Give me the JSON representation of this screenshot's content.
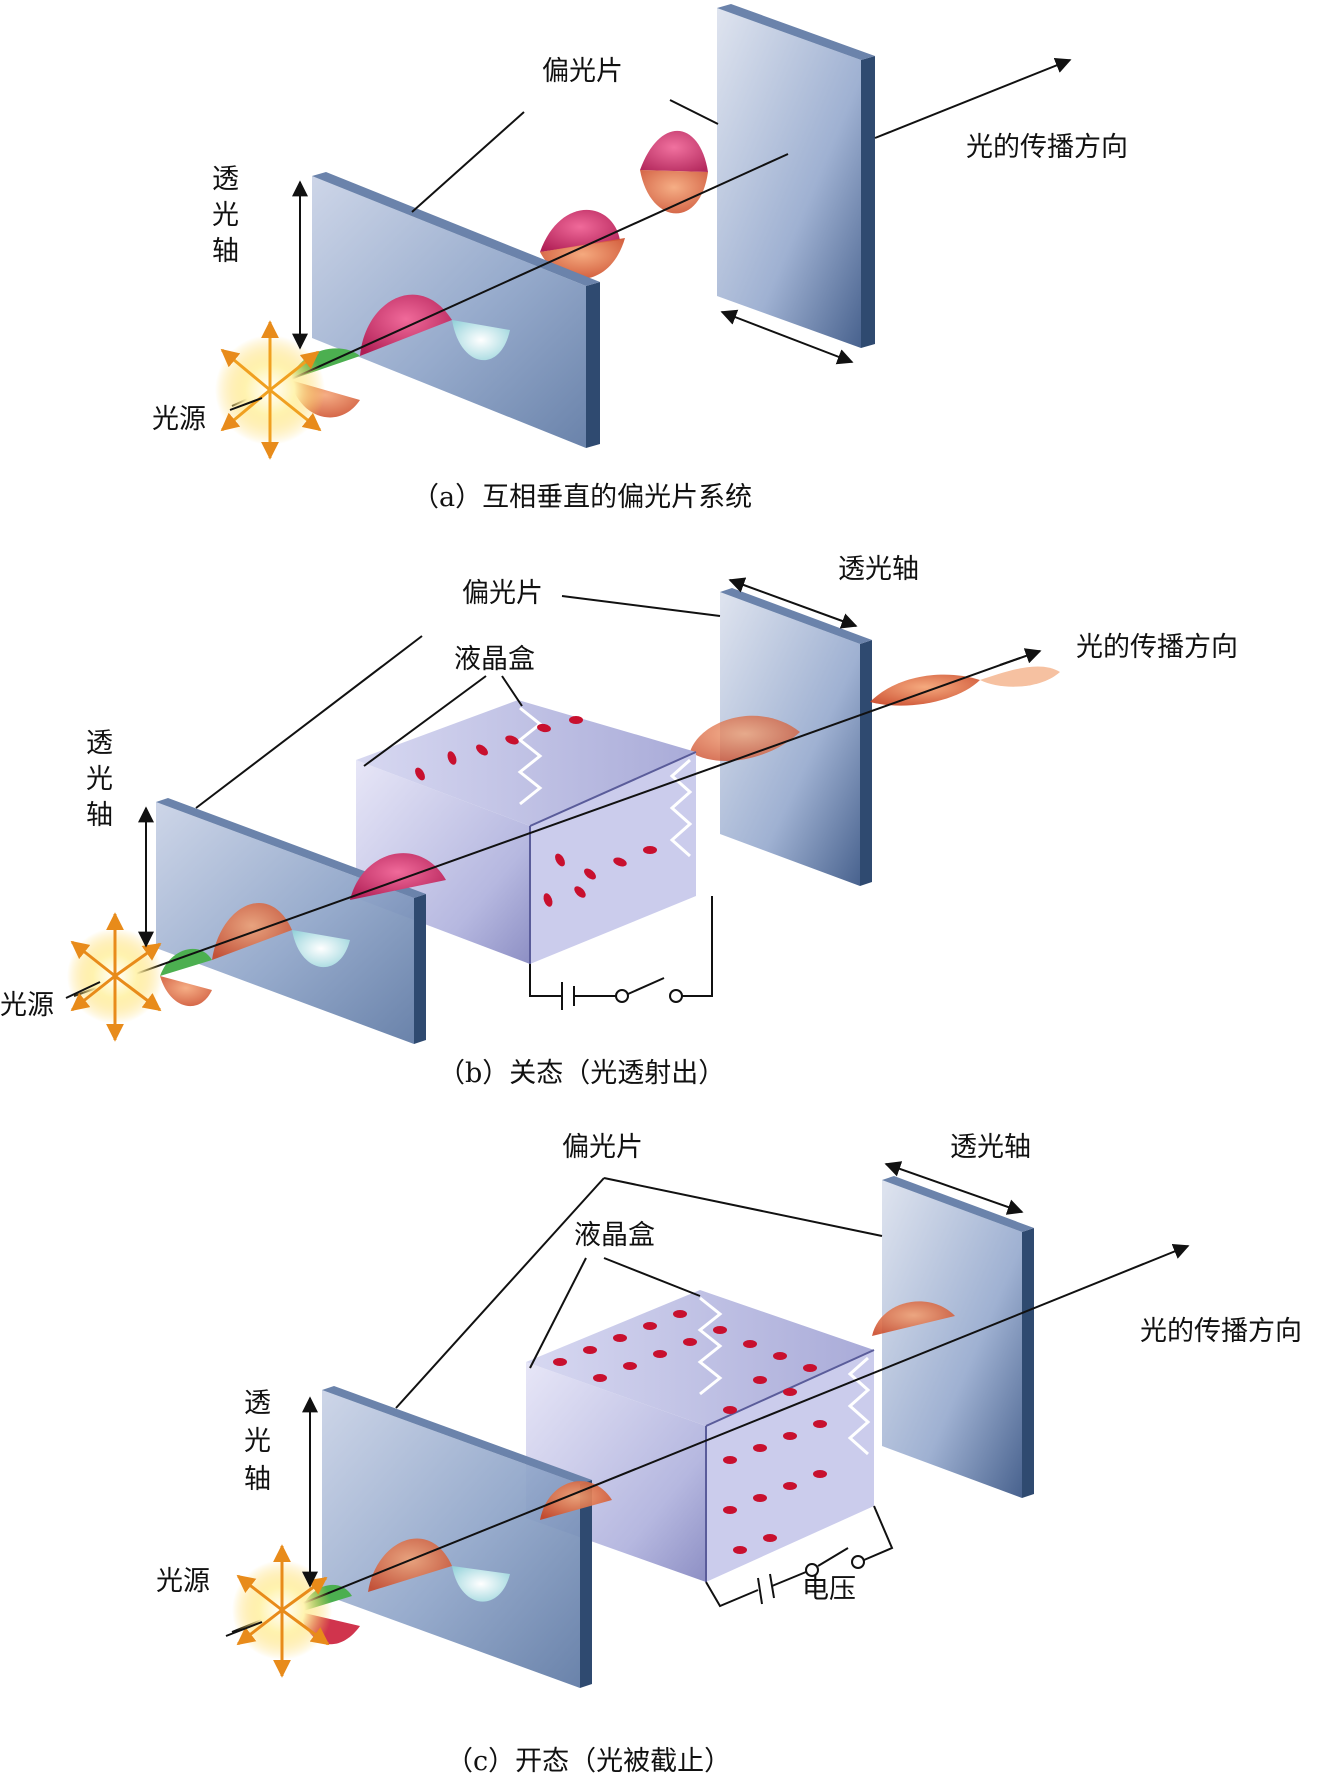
{
  "panel_a": {
    "polarizer": "偏光片",
    "direction": "光的传播方向",
    "axis": [
      "透",
      "光",
      "轴"
    ],
    "source": "光源",
    "caption": "（a）互相垂直的偏光片系统"
  },
  "panel_b": {
    "polarizer": "偏光片",
    "axis_top": "透光轴",
    "lc_cell": "液晶盒",
    "direction": "光的传播方向",
    "axis": [
      "透",
      "光",
      "轴"
    ],
    "source": "光源",
    "caption": "（b）关态（光透射出）"
  },
  "panel_c": {
    "polarizer": "偏光片",
    "axis_top": "透光轴",
    "lc_cell": "液晶盒",
    "direction": "光的传播方向",
    "axis": [
      "透",
      "光",
      "轴"
    ],
    "source": "光源",
    "voltage": "电压",
    "caption": "（c）开态（光被截止）"
  },
  "colors": {
    "plate": "#8ea4c8",
    "plate_edge": "#2f4a70",
    "wave_magenta": "#d6336c",
    "wave_orange": "#e8623a",
    "wave_green": "#4caf50",
    "cell": "#b6b8e0",
    "molecule": "#c8102e",
    "burst": "#f0a020"
  }
}
